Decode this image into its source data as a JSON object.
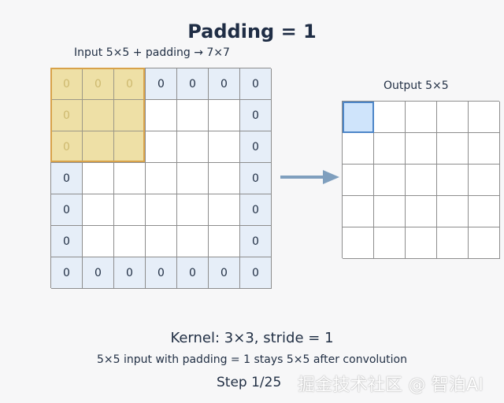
{
  "title": "Padding = 1",
  "input_label": "Input 5×5 + padding → 7×7",
  "output_label": "Output 5×5",
  "kernel_caption": "Kernel: 3×3, stride = 1",
  "note": "5×5 input with padding = 1 stays 5×5 after convolution",
  "step": "Step 1/25",
  "watermark": "掘金技术社区 @ 智泊AI",
  "colors": {
    "padding_fill": "#e6eef8",
    "kernel_fill": "#f1e4b2",
    "kernel_border": "#d8a24a",
    "output_active_fill": "#cfe4fb",
    "output_active_border": "#4d86c8",
    "arrow": "#7f9fbe"
  },
  "input_grid": {
    "rows": [
      [
        "0",
        "0",
        "0",
        "0",
        "0",
        "0",
        "0"
      ],
      [
        "0",
        "",
        "",
        "",
        "",
        "",
        "0"
      ],
      [
        "0",
        "",
        "",
        "",
        "",
        "",
        "0"
      ],
      [
        "0",
        "",
        "",
        "",
        "",
        "",
        "0"
      ],
      [
        "0",
        "",
        "",
        "",
        "",
        "",
        "0"
      ],
      [
        "0",
        "",
        "",
        "",
        "",
        "",
        "0"
      ],
      [
        "0",
        "0",
        "0",
        "0",
        "0",
        "0",
        "0"
      ]
    ],
    "highlight": {
      "row_start": 0,
      "col_start": 0,
      "size": 3
    }
  },
  "output_grid": {
    "rows": 5,
    "cols": 5,
    "active_row": 0,
    "active_col": 0
  },
  "icons": {
    "arrow": "arrow-right-icon"
  }
}
